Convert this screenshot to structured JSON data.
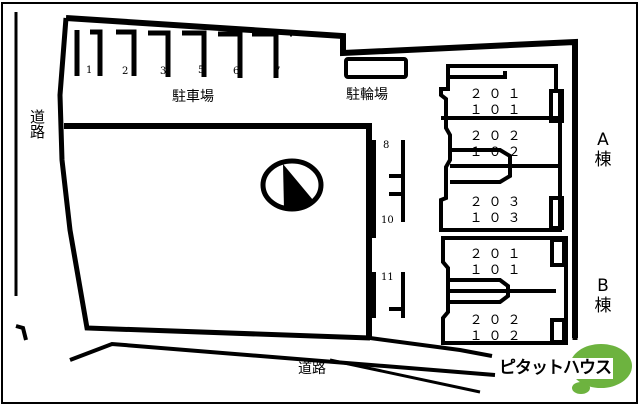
{
  "parking": {
    "label": "駐車場",
    "spaces": [
      "1",
      "2",
      "3",
      "5",
      "6",
      "7"
    ],
    "side_spaces": [
      "8",
      "10",
      "11"
    ]
  },
  "bicycle_parking": {
    "label": "駐輪場"
  },
  "roads": {
    "left": "道路",
    "bottom": "道路"
  },
  "buildings": [
    {
      "label_letter": "A",
      "label_suffix": "棟",
      "units": [
        {
          "upper": "２０１",
          "lower": "１０１"
        },
        {
          "upper": "２０２",
          "lower": "１０２"
        },
        {
          "upper": "２０３",
          "lower": "１０３"
        }
      ]
    },
    {
      "label_letter": "B",
      "label_suffix": "棟",
      "units": [
        {
          "upper": "２０１",
          "lower": "１０１"
        },
        {
          "upper": "２０２",
          "lower": "１０２"
        }
      ]
    }
  ],
  "logo": {
    "text": "ピタットハウス",
    "color": "#6db33f"
  },
  "compass": {
    "icon": "north-arrow-icon"
  }
}
